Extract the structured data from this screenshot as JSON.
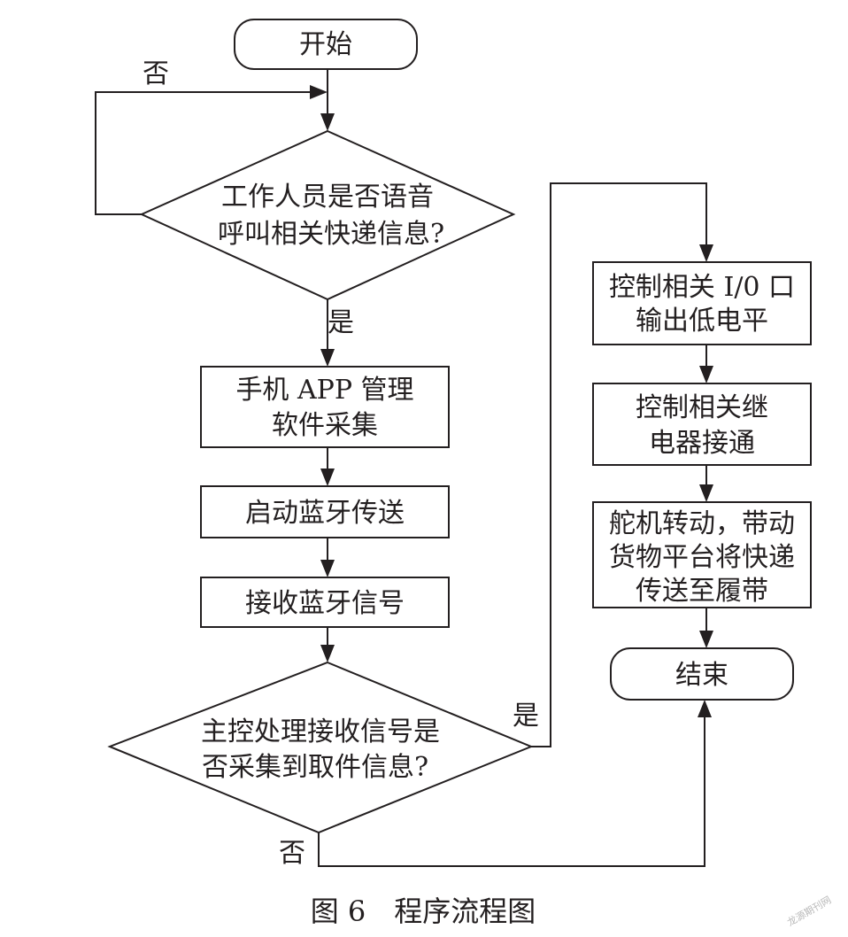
{
  "flowchart": {
    "start": "开始",
    "decision1": [
      "工作人员是否语音",
      "呼叫相关快递信息?"
    ],
    "decision1_no": "否",
    "decision1_yes": "是",
    "step_app": [
      "手机 APP 管理",
      "软件采集"
    ],
    "step_bt_send": "启动蓝牙传送",
    "step_bt_receive": "接收蓝牙信号",
    "decision2": [
      "主控处理接收信号是",
      "否采集到取件信息?"
    ],
    "decision2_yes": "是",
    "decision2_no": "否",
    "step_io": [
      "控制相关 I/0 口",
      "输出低电平"
    ],
    "step_relay": [
      "控制相关继",
      "电器接通"
    ],
    "step_servo": [
      "舵机转动，带动",
      "货物平台将快递",
      "传送至履带"
    ],
    "end": "结束"
  },
  "caption": "图 6　程序流程图",
  "watermark": "龙源期刊网"
}
